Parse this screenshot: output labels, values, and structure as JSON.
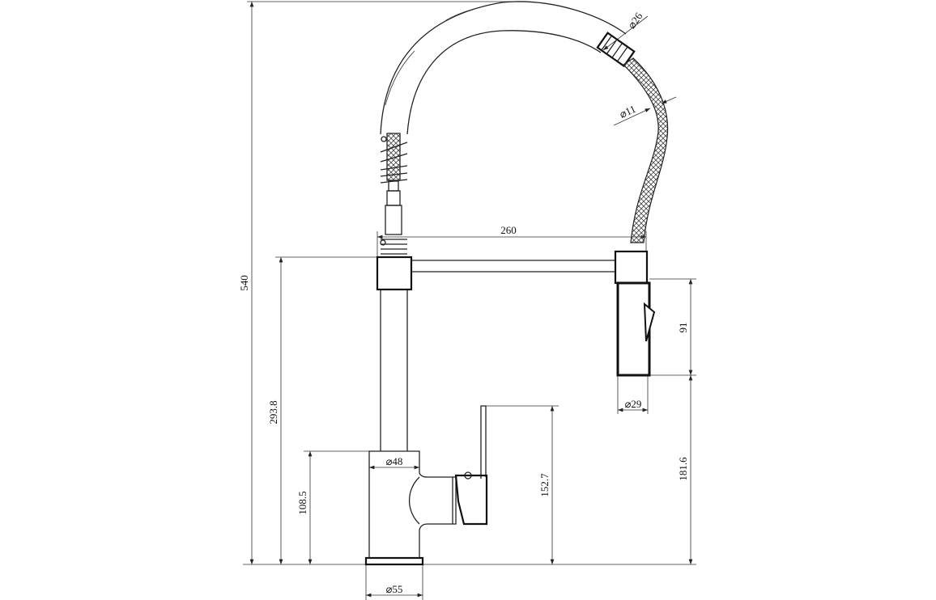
{
  "drawing": {
    "line_color": "#222222",
    "dimensions": {
      "total_height": "540",
      "spout_height": "293.8",
      "body_height": "108.5",
      "handle_height": "152.7",
      "spray_head_height": "91",
      "spray_bottom_height": "181.6",
      "reach": "260",
      "body_diameter": "⌀48",
      "base_diameter": "⌀55",
      "spray_diameter": "⌀29",
      "nut_diameter": "⌀26",
      "hose_diameter": "⌀11"
    }
  }
}
